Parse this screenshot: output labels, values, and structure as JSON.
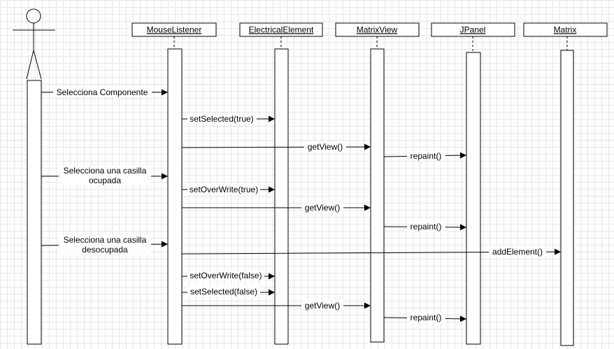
{
  "diagram": {
    "actor": {
      "name": ""
    },
    "participants": [
      {
        "id": "mouse",
        "label": "MouseListener"
      },
      {
        "id": "elec",
        "label": "ElectricalElement"
      },
      {
        "id": "matview",
        "label": "MatrixView"
      },
      {
        "id": "jpanel",
        "label": "JPanel"
      },
      {
        "id": "matrix",
        "label": "Matrix"
      }
    ],
    "messages": [
      {
        "from": "actor",
        "to": "mouse",
        "lines": [
          "Selecciona Componente"
        ]
      },
      {
        "from": "mouse",
        "to": "elec",
        "lines": [
          "setSelected(true)"
        ]
      },
      {
        "from": "mouse",
        "to": "matview",
        "lines": [
          "getView()"
        ]
      },
      {
        "from": "matview",
        "to": "jpanel",
        "lines": [
          "repaint()"
        ]
      },
      {
        "from": "actor",
        "to": "mouse",
        "lines": [
          "Selecciona una casilla",
          "ocupada"
        ]
      },
      {
        "from": "mouse",
        "to": "elec",
        "lines": [
          "setOverWrite(true)"
        ]
      },
      {
        "from": "mouse",
        "to": "matview",
        "lines": [
          "getView()"
        ]
      },
      {
        "from": "matview",
        "to": "jpanel",
        "lines": [
          "repaint()"
        ]
      },
      {
        "from": "actor",
        "to": "mouse",
        "lines": [
          "Selecciona una casilla",
          "desocupada"
        ]
      },
      {
        "from": "mouse",
        "to": "matrix",
        "lines": [
          "addElement()"
        ]
      },
      {
        "from": "mouse",
        "to": "elec",
        "lines": [
          "setOverWrite(false)"
        ]
      },
      {
        "from": "mouse",
        "to": "elec",
        "lines": [
          "setSelected(false)"
        ]
      },
      {
        "from": "mouse",
        "to": "matview",
        "lines": [
          "getView()"
        ]
      },
      {
        "from": "matview",
        "to": "jpanel",
        "lines": [
          "repaint()"
        ]
      }
    ]
  }
}
